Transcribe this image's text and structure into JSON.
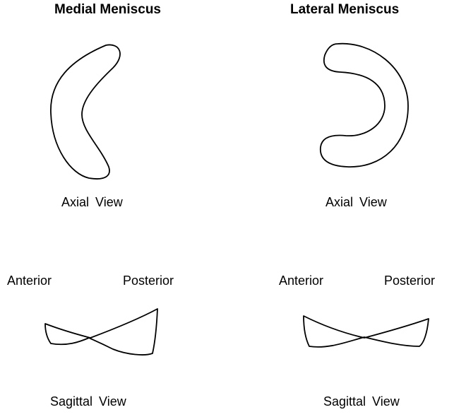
{
  "medial": {
    "title": "Medial Meniscus",
    "axial_label": "Axial View",
    "anterior_label": "Anterior",
    "posterior_label": "Posterior",
    "sagittal_label": "Sagittal View"
  },
  "lateral": {
    "title": "Lateral Meniscus",
    "axial_label": "Axial View",
    "anterior_label": "Anterior",
    "posterior_label": "Posterior",
    "sagittal_label": "Sagittal View"
  }
}
